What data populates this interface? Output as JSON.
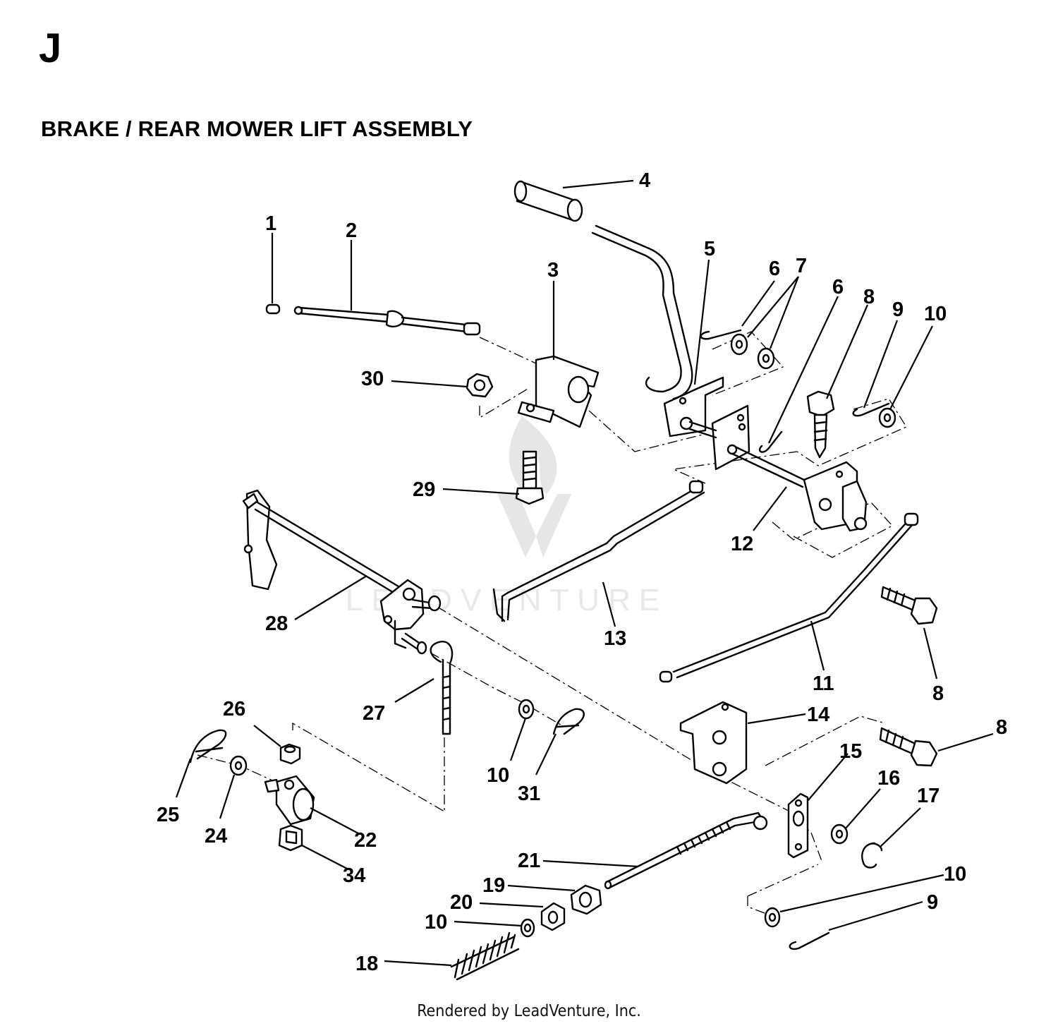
{
  "section_letter": "J",
  "title": "BRAKE / REAR MOWER LIFT ASSEMBLY",
  "watermark": "LEADVENTURE",
  "footer": "Rendered by LeadVenture, Inc.",
  "callouts": {
    "c1": "1",
    "c2": "2",
    "c3": "3",
    "c4": "4",
    "c5": "5",
    "c6a": "6",
    "c6b": "6",
    "c7": "7",
    "c8a": "8",
    "c8b": "8",
    "c8c": "8",
    "c9a": "9",
    "c9b": "9",
    "c10a": "10",
    "c10b": "10",
    "c10c": "10",
    "c10d": "10",
    "c11": "11",
    "c12": "12",
    "c13": "13",
    "c14": "14",
    "c15": "15",
    "c16": "16",
    "c17": "17",
    "c18": "18",
    "c19": "19",
    "c20": "20",
    "c21": "21",
    "c22": "22",
    "c24": "24",
    "c25": "25",
    "c26": "26",
    "c27": "27",
    "c28": "28",
    "c29": "29",
    "c30": "30",
    "c31": "31",
    "c34": "34"
  }
}
